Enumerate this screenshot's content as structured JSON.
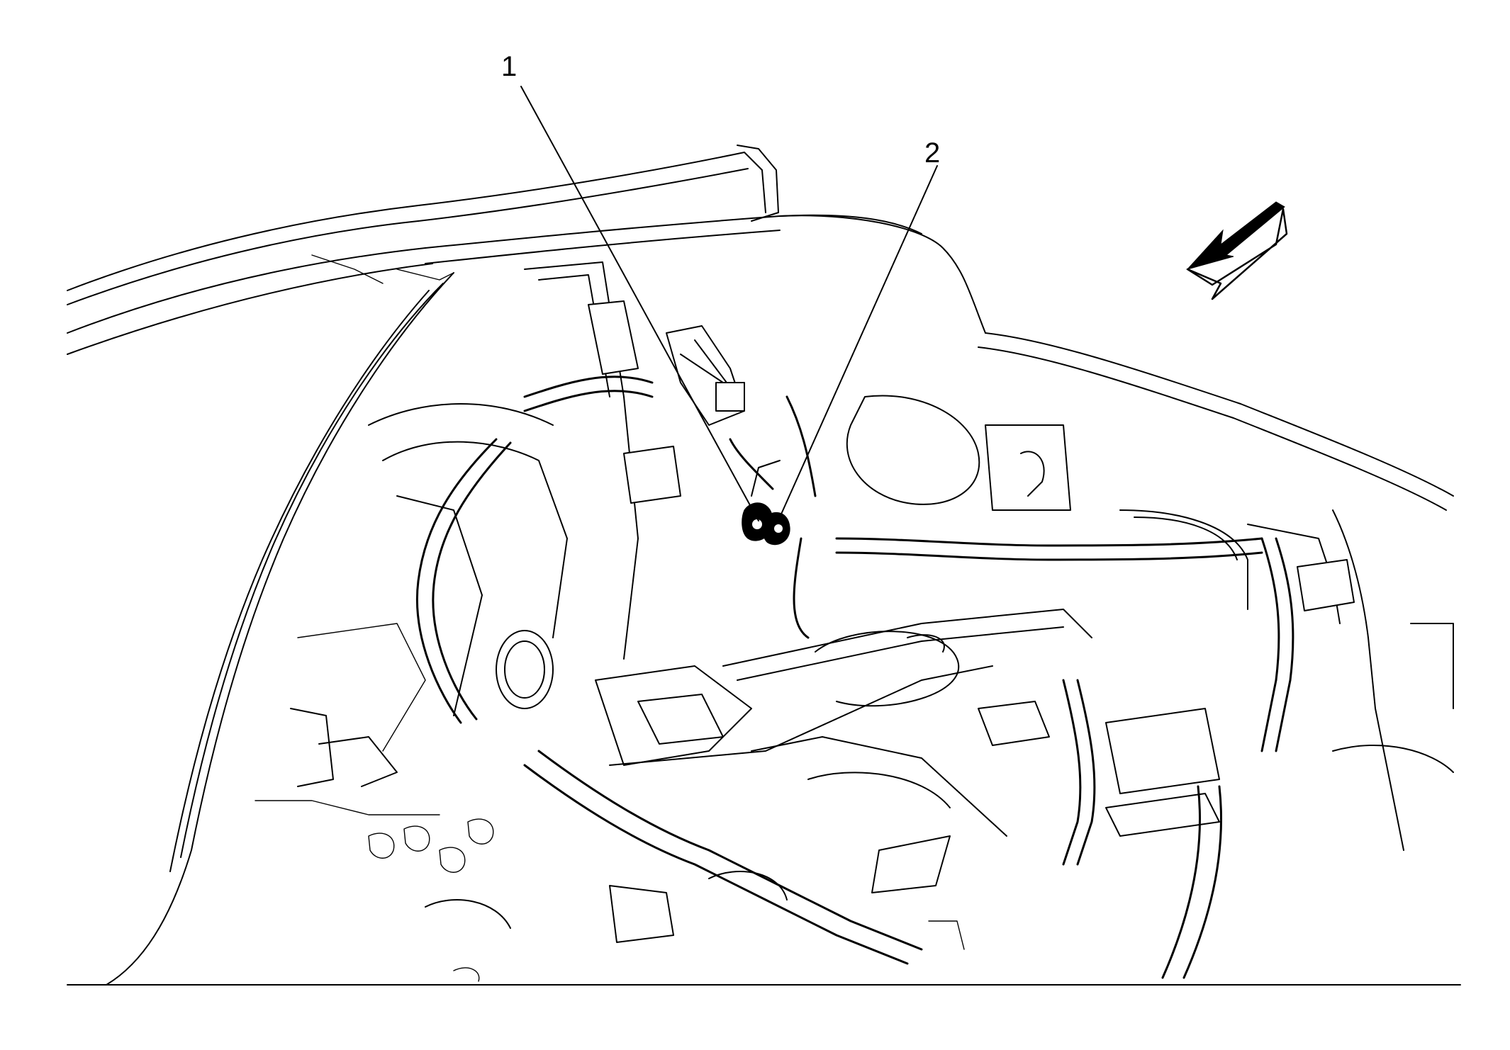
{
  "diagram": {
    "callouts": [
      {
        "id": 1,
        "label": "1"
      },
      {
        "id": 2,
        "label": "2"
      }
    ],
    "direction_arrow": "front-arrow-icon"
  }
}
